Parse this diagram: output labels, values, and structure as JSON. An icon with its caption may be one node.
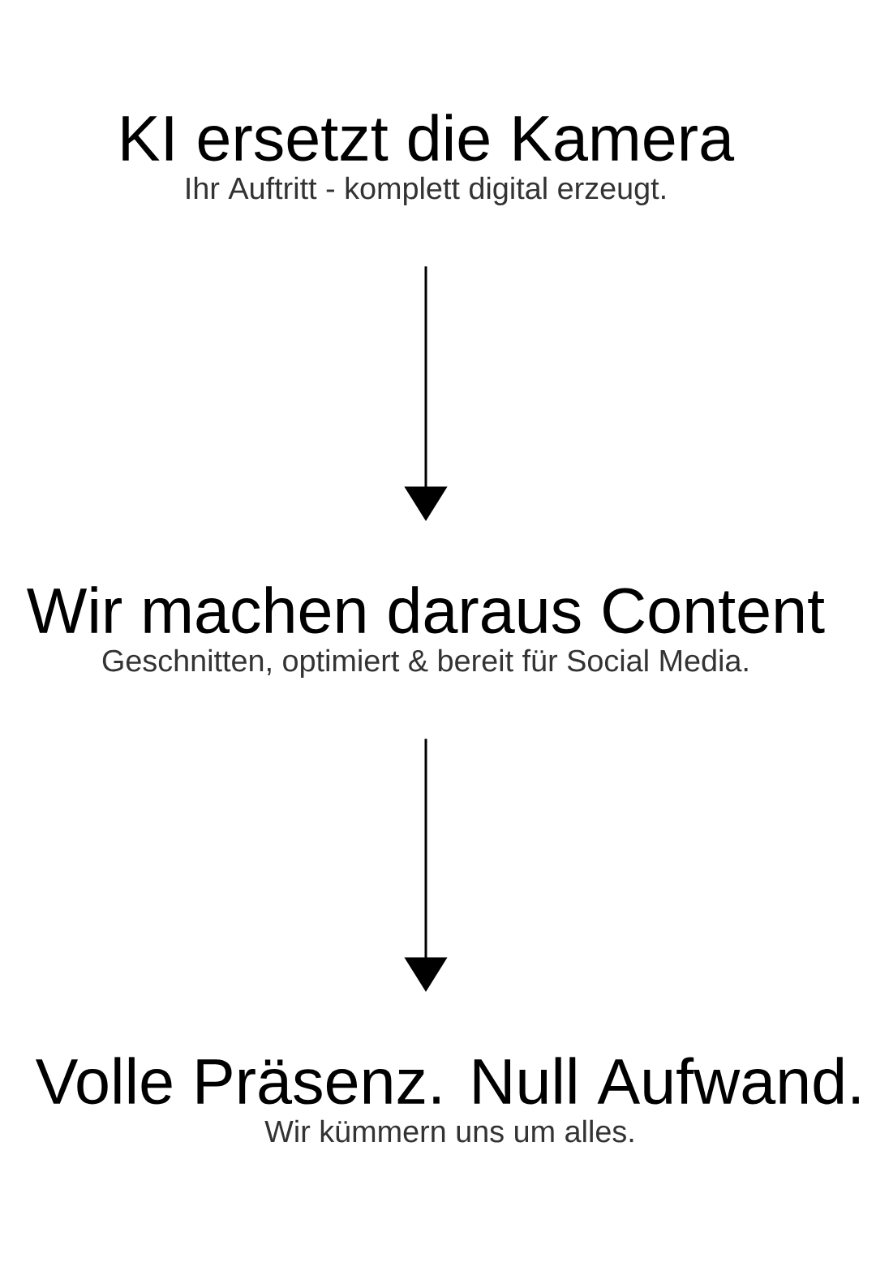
{
  "diagram": {
    "nodes": [
      {
        "text": [
          "KI ersetzt die Kamera",
          "Ihr Auftritt - komplett digital erzeugt."
        ]
      },
      {
        "text": [
          "Wir machen daraus Content",
          "Geschnitten, optimiert & bereit für Social Media."
        ]
      },
      {
        "text": [
          "Volle Präsenz. Null Aufwand.",
          "Wir kümmern uns um alles."
        ]
      }
    ],
    "edges": [
      {
        "from": 0,
        "to": 1,
        "arrow": "to"
      },
      {
        "from": 1,
        "to": 2,
        "arrow": "to"
      }
    ]
  }
}
